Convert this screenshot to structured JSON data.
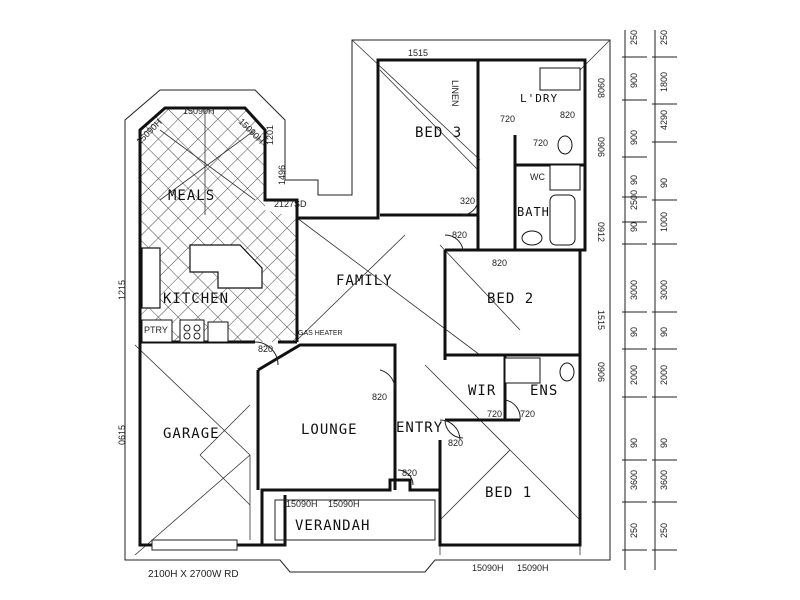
{
  "rooms": {
    "meals": "MEALS",
    "kitchen": "KITCHEN",
    "family": "FAMILY",
    "bed1": "BED 1",
    "bed2": "BED 2",
    "bed3": "BED 3",
    "garage": "GARAGE",
    "lounge": "LOUNGE",
    "entry": "ENTRY",
    "verandah": "VERANDAH",
    "wir": "WIR",
    "ens": "ENS",
    "bath": "BATH",
    "linen": "LINEN",
    "ldry": "L'DRY",
    "ptry": "PTRY",
    "wc": "WC"
  },
  "labels": {
    "gas_heater": "GAS HEATER",
    "garage_door": "2100H X 2700W RD",
    "meals_window_top": "15090H",
    "meals_window_left": "15090H",
    "meals_window_right": "15090H",
    "family_window": "2127SD",
    "bed3_window": "1515",
    "verandah_w1": "15090H",
    "verandah_w2": "15090H",
    "bed1_w1": "15090H",
    "bed1_w2": "15090H",
    "door_bed3": "320",
    "door_family_top": "820",
    "door_bed2": "820",
    "door_kitchen": "820",
    "door_lounge": "820",
    "door_entry": "820",
    "door_entry2": "820",
    "door_wir": "720",
    "door_ens": "720",
    "door_linen": "720",
    "door_ldry": "820",
    "door_wc": "720",
    "garage_side": "0615",
    "kitchen_side": "1215",
    "bed2_side": "1515",
    "bed1_side": "0906",
    "bath_side": "0912",
    "ldry_side": "0908",
    "wc_side": "0906",
    "meals_dim1": "1201",
    "meals_dim2": "1496"
  },
  "dimension_columns": {
    "col1": [
      "250",
      "900",
      "900",
      "90",
      "2500",
      "90",
      "3000",
      "90",
      "2000",
      "90",
      "3600",
      "250"
    ],
    "col2": [
      "250",
      "1800",
      "4290",
      "90",
      "1000",
      "3000",
      "90",
      "2000",
      "90",
      "3600",
      "250"
    ]
  }
}
